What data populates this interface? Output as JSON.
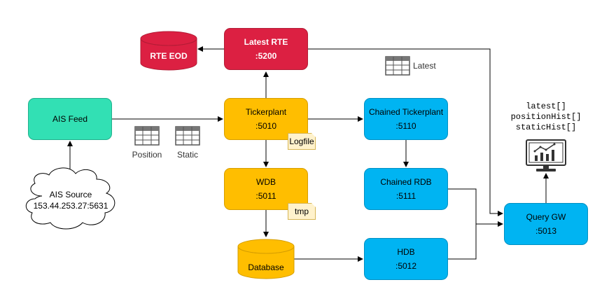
{
  "nodes": {
    "latest_rte": {
      "line1": "Latest RTE",
      "line2": ":5200"
    },
    "rte_eod": {
      "label": "RTE EOD"
    },
    "ais_feed": {
      "label": "AIS Feed"
    },
    "ais_source": {
      "line1": "AIS Source",
      "line2": "153.44.253.27:5631"
    },
    "tickerplant": {
      "line1": "Tickerplant",
      "line2": ":5010"
    },
    "wdb": {
      "line1": "WDB",
      "line2": ":5011"
    },
    "database": {
      "label": "Database"
    },
    "chained_tickerplant": {
      "line1": "Chained Tickerplant",
      "line2": ":5110"
    },
    "chained_rdb": {
      "line1": "Chained RDB",
      "line2": ":5111"
    },
    "hdb": {
      "line1": "HDB",
      "line2": ":5012"
    },
    "query_gw": {
      "line1": "Query GW",
      "line2": ":5013"
    }
  },
  "notes": {
    "logfile": "Logfile",
    "tmp": "tmp"
  },
  "tables": {
    "latest": "Latest",
    "position": "Position",
    "static": "Static"
  },
  "api": {
    "line1": "latest[]",
    "line2": "positionHist[]",
    "line3": "staticHist[]"
  },
  "icons": {
    "table": "table-icon",
    "monitor": "monitor-chart-icon",
    "cloud": "cloud-icon",
    "cylinder": "database-cylinder-icon"
  },
  "colors": {
    "red": "#dc2042",
    "green": "#32e0b4",
    "yellow": "#ffbe00",
    "blue": "#00b4f2",
    "note": "#fff2cc"
  }
}
